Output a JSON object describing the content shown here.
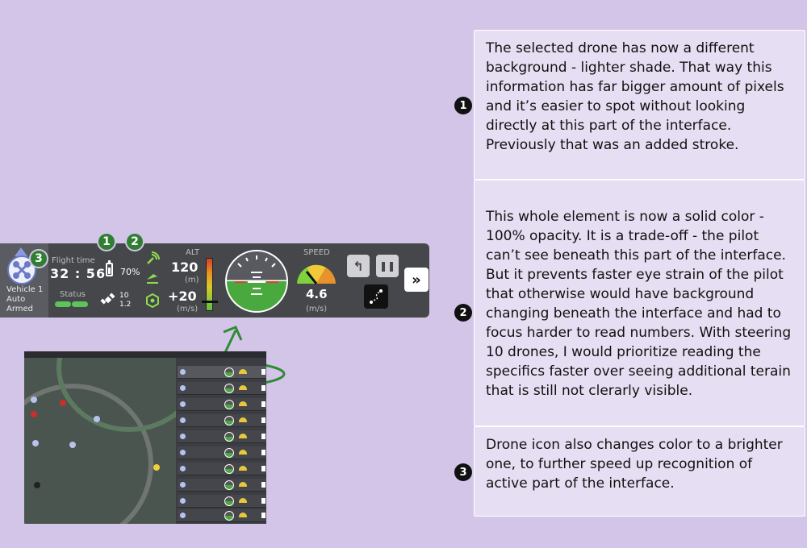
{
  "panel": {
    "vehicle_name": "Vehicle 1",
    "mode": "Auto",
    "armed": "Armed",
    "flight_time_label": "Flight time",
    "flight_time": "32 : 56",
    "status_label": "Status",
    "battery": "70%",
    "satellites": "10",
    "hdop": "1.2",
    "alt_label": "ALT",
    "altitude": "120",
    "altitude_unit": "(m)",
    "vertical_speed": "+20",
    "vertical_speed_unit": "(m/s)",
    "speed_label": "SPEED",
    "speed": "4.6",
    "speed_unit": "(m/s)",
    "rtl_icon": "return-arrow-icon",
    "pause_icon": "pause-icon",
    "mission_icon": "route-icon",
    "expand_label": "»",
    "rtl_glyph": "↰",
    "pause_glyph": "❚❚"
  },
  "badges": {
    "one": "1",
    "two": "2",
    "three": "3"
  },
  "notes": [
    {
      "number": "1",
      "text": "The selected drone has now a different background - lighter shade. That way this information has far bigger amount of pixels and it’s easier to spot without looking directly at this part of the interface. Previously that was an added stroke."
    },
    {
      "number": "2",
      "text": "This whole element is now a solid color - 100% opacity. It is a trade-off - the pilot can’t see beneath this part of the interface.\nBut it prevents faster eye strain of the pilot that otherwise would have background changing beneath the interface and had to focus harder to read numbers. With steering 10 drones, I would prioritize reading the specifics faster over seeing additional terain that is still not clerarly visible."
    },
    {
      "number": "3",
      "text": "Drone icon also changes color to a brighter one, to further speed up recognition of active part of the interface."
    }
  ],
  "colors": {
    "background": "#d3c5e8",
    "panel": "#45474b",
    "accent_green": "#2f7f33"
  }
}
